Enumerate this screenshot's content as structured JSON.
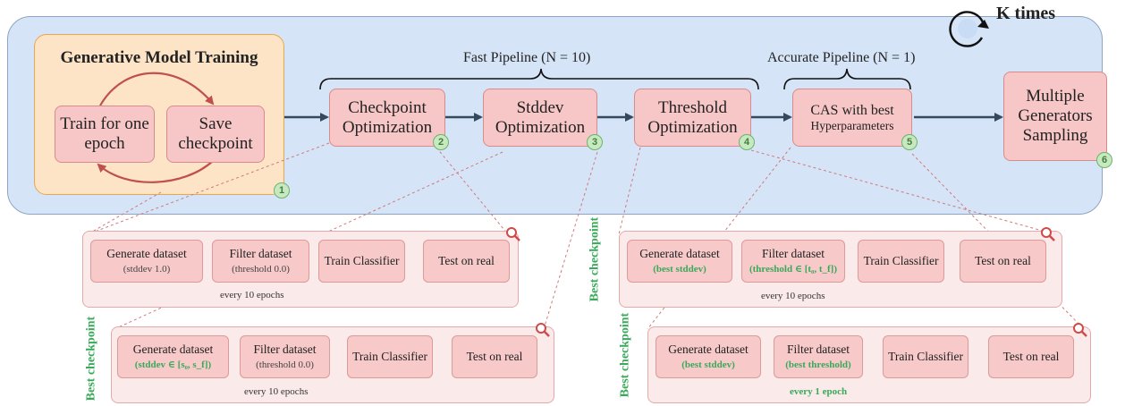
{
  "top_label": "K times",
  "generative": {
    "title": "Generative Model Training",
    "train": "Train for one epoch",
    "save": "Save checkpoint",
    "badge": "1"
  },
  "fast_pipeline": "Fast Pipeline (N = 10)",
  "accurate_pipeline": "Accurate Pipeline (N = 1)",
  "stages": [
    {
      "title": "Checkpoint Optimization",
      "badge": "2"
    },
    {
      "title": "Stddev Optimization",
      "badge": "3"
    },
    {
      "title": "Threshold Optimization",
      "badge": "4"
    },
    {
      "title": "CAS with best",
      "subtitle": "Hyperparameters",
      "badge": "5"
    },
    {
      "title": "Multiple Generators Sampling",
      "badge": "6"
    }
  ],
  "details": {
    "checkpoint": {
      "gen": "Generate dataset",
      "gen_sub": "(stddev 1.0)",
      "filter": "Filter dataset",
      "filter_sub": "(threshold 0.0)",
      "train": "Train Classifier",
      "test": "Test on real",
      "footer": "every 10 epochs"
    },
    "stddev": {
      "side": "Best checkpoint",
      "gen": "Generate dataset",
      "gen_sub": "(stddev ∈ [s₀, s_f])",
      "filter": "Filter dataset",
      "filter_sub": "(threshold 0.0)",
      "train": "Train Classifier",
      "test": "Test on real",
      "footer": "every 10 epochs"
    },
    "threshold": {
      "side": "Best checkpoint",
      "gen": "Generate dataset",
      "gen_sub": "(best stddev)",
      "filter": "Filter dataset",
      "filter_sub": "(threshold ∈ [t₀, t_f])",
      "train": "Train Classifier",
      "test": "Test on real",
      "footer": "every 10 epochs"
    },
    "cas": {
      "side": "Best checkpoint",
      "gen": "Generate dataset",
      "gen_sub": "(best stddev)",
      "filter": "Filter dataset",
      "filter_sub": "(best threshold)",
      "train": "Train Classifier",
      "test": "Test on real",
      "footer": "every 1 epoch"
    }
  },
  "colors": {
    "main_bg": "#d6e4f7",
    "gen_bg": "#fde4c6",
    "box": "#f7c6c6",
    "badge": "#c8e8c0",
    "highlight_text": "#39a95a",
    "arrow": "#34495e"
  },
  "icons": [
    "loop-icon",
    "magnifier-icon"
  ]
}
